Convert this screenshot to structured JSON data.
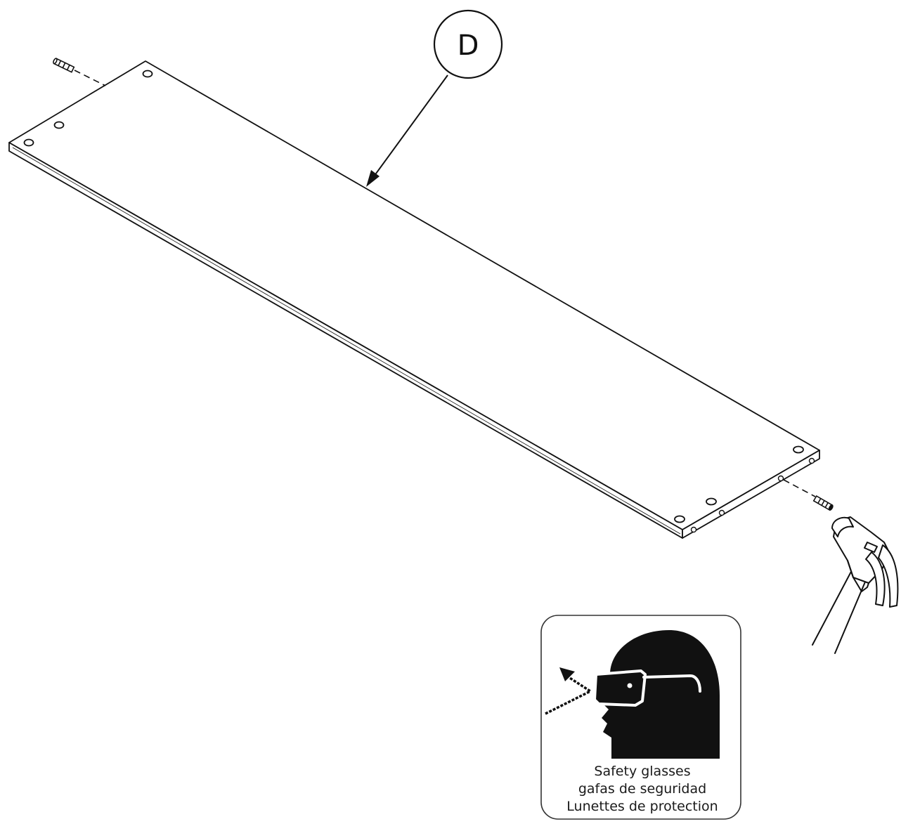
{
  "figure": {
    "part_callout": {
      "label": "D",
      "icon": "circled-letter-callout"
    },
    "board": {
      "icon": "flat-shelf-board"
    },
    "dowels": {
      "icon": "wooden-dowel-pin",
      "count": 2
    },
    "hammer": {
      "icon": "claw-hammer"
    },
    "safety_notice": {
      "icon": "safety-glasses-pictogram",
      "lines": [
        "Safety glasses",
        "gafas de seguridad",
        "Lunettes de protection"
      ]
    },
    "colors": {
      "ink": "#111111",
      "paper": "#ffffff"
    }
  }
}
